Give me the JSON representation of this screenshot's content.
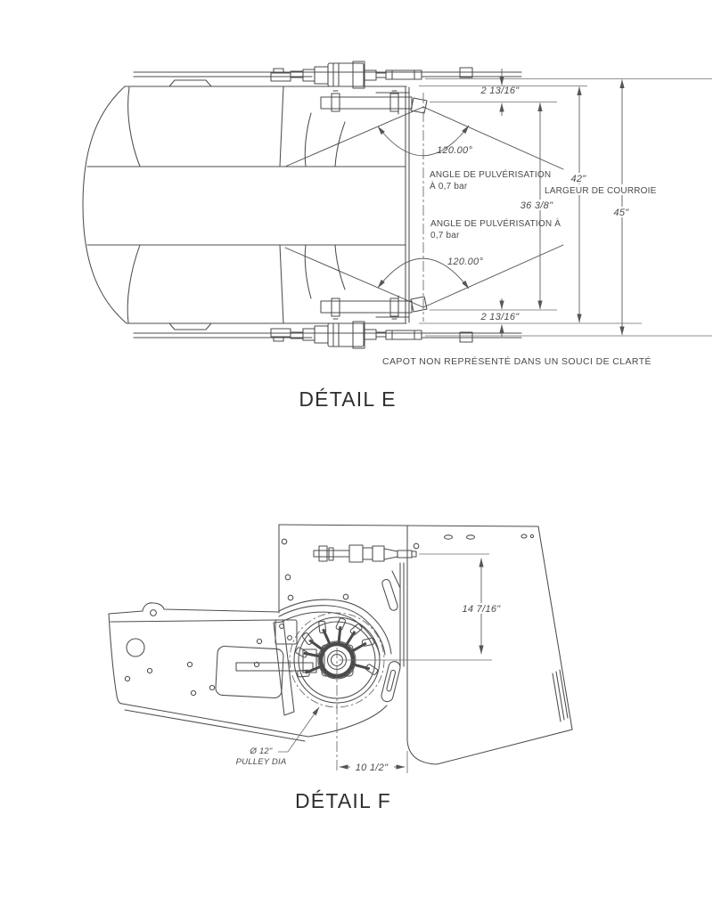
{
  "detail_e": {
    "title": "DÉTAIL E",
    "note": "CAPOT NON REPRÉSENTÉ DANS UN SOUCI DE CLARTÉ",
    "spray_angle_top": "120.00°",
    "spray_angle_bottom": "120.00°",
    "spray_label_top_line1": "ANGLE DE PULVÉRISATION",
    "spray_label_top_line2": "À 0,7 bar",
    "spray_label_bottom_line1": "ANGLE DE PULVÉRISATION À",
    "spray_label_bottom_line2": "0,7 bar",
    "dim_offset_top": "2 13/16\"",
    "dim_offset_bottom": "2 13/16\"",
    "dim_nozzle_span": "36 3/8\"",
    "dim_belt_width": "42\"",
    "belt_width_label": "LARGEUR DE COURROIE",
    "dim_overall_width": "45\""
  },
  "detail_f": {
    "title": "DÉTAIL F",
    "dim_center_height": "14 7/16\"",
    "dim_center_offset": "10 1/2\"",
    "pulley_label_line1": "Ø 12\"",
    "pulley_label_line2": "PULLEY DIA"
  },
  "colors": {
    "line": "#4d4d4d",
    "dimension_line": "#6e6e6e",
    "text": "#4a4a4a",
    "background": "#ffffff"
  }
}
